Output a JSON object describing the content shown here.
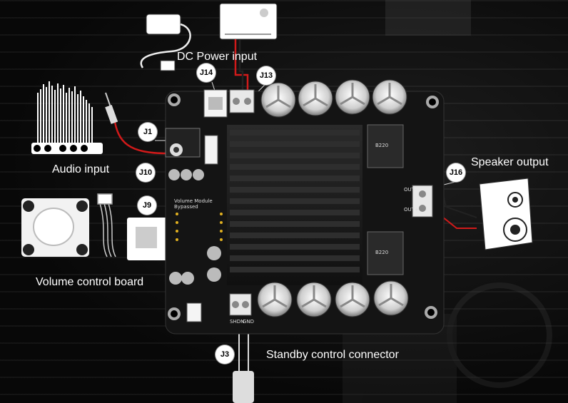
{
  "labels": {
    "dc_power_input": "DC Power input",
    "audio_input": "Audio input",
    "speaker_output": "Speaker output",
    "volume_control_board": "Volume control board",
    "standby_control_connector": "Standby control connector"
  },
  "connectors": {
    "j1": "J1",
    "j3": "J3",
    "j9": "J9",
    "j10": "J10",
    "j13": "J13",
    "j14": "J14",
    "j16": "J16"
  },
  "board_text": {
    "volume_module_bypassed": "Volume Module Bypassed",
    "shdn": "SHDN",
    "gnd": "GND",
    "out_minus": "OUT-",
    "out_plus": "OUT+",
    "inductor_mark": "B220"
  },
  "colors": {
    "wire_red": "#d11a1a",
    "pcb": "#141414",
    "heatsink": "#1e1e1e"
  }
}
